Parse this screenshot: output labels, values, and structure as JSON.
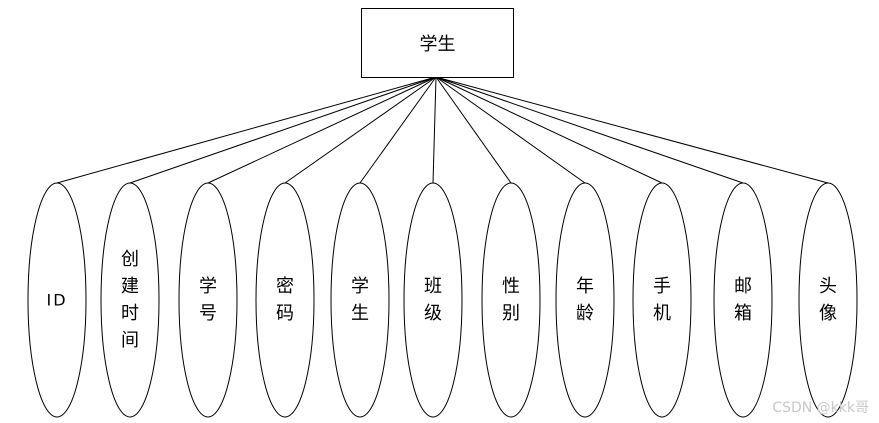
{
  "entity": {
    "label": "学生"
  },
  "attributes": [
    {
      "label": "ID"
    },
    {
      "label": "创建时间"
    },
    {
      "label": "学号"
    },
    {
      "label": "密码"
    },
    {
      "label": "学生"
    },
    {
      "label": "班级"
    },
    {
      "label": "性别"
    },
    {
      "label": "年龄"
    },
    {
      "label": "手机"
    },
    {
      "label": "邮箱"
    },
    {
      "label": "头像"
    }
  ],
  "watermark": "CSDN @kkk哥"
}
